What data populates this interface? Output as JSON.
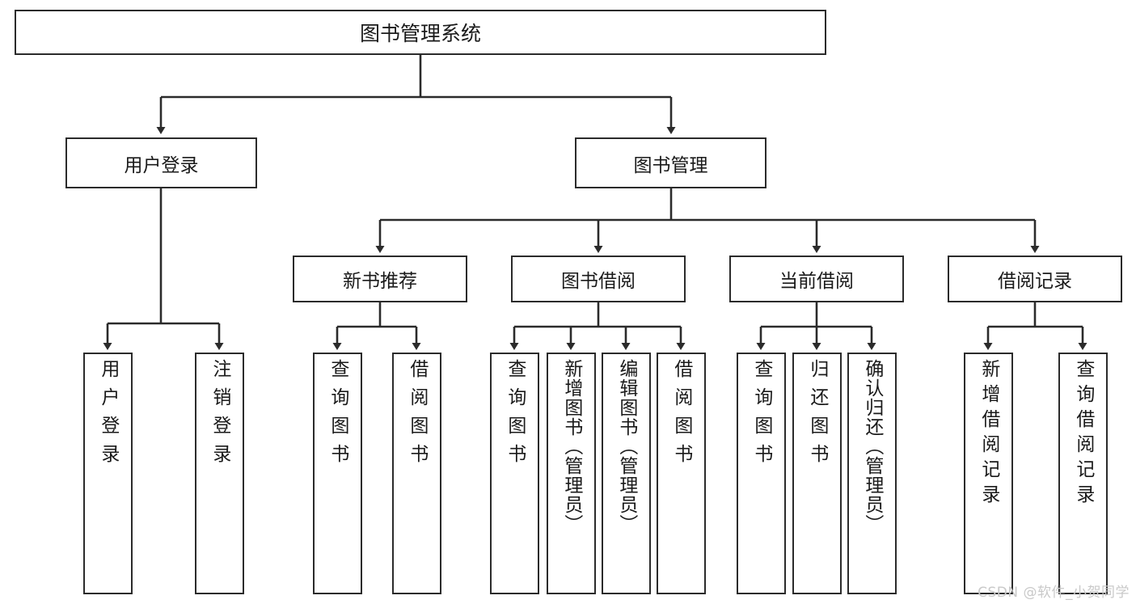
{
  "diagram": {
    "title": "图书管理系统",
    "type": "tree-hierarchy",
    "colors": {
      "box_border": "#2b2b2b",
      "box_fill": "#ffffff",
      "edge": "#2b2b2b",
      "text": "#1a1a1a",
      "watermark": "#c9c9c9"
    },
    "root": {
      "id": "root",
      "label": "图书管理系统"
    },
    "level2": [
      {
        "id": "user-login",
        "label": "用户登录"
      },
      {
        "id": "book-manage",
        "label": "图书管理"
      }
    ],
    "level3": [
      {
        "id": "new-book-rec",
        "label": "新书推荐",
        "parent": "book-manage"
      },
      {
        "id": "book-borrow",
        "label": "图书借阅",
        "parent": "book-manage"
      },
      {
        "id": "current-borrow",
        "label": "当前借阅",
        "parent": "book-manage"
      },
      {
        "id": "borrow-record",
        "label": "借阅记录",
        "parent": "book-manage"
      }
    ],
    "leaves": [
      {
        "id": "leaf-user-login",
        "label": "用户登录",
        "parent": "user-login"
      },
      {
        "id": "leaf-logout-login",
        "label": "注销登录",
        "parent": "user-login"
      },
      {
        "id": "leaf-query-book-1",
        "label": "查询图书",
        "parent": "new-book-rec"
      },
      {
        "id": "leaf-borrow-book-1",
        "label": "借阅图书",
        "parent": "new-book-rec"
      },
      {
        "id": "leaf-query-book-2",
        "label": "查询图书",
        "parent": "book-borrow"
      },
      {
        "id": "leaf-add-book",
        "label": "新增图书（管理员）",
        "parent": "book-borrow"
      },
      {
        "id": "leaf-edit-book",
        "label": "编辑图书（管理员）",
        "parent": "book-borrow"
      },
      {
        "id": "leaf-borrow-book-2",
        "label": "借阅图书",
        "parent": "book-borrow"
      },
      {
        "id": "leaf-query-book-3",
        "label": "查询图书",
        "parent": "current-borrow"
      },
      {
        "id": "leaf-return-book",
        "label": "归还图书",
        "parent": "current-borrow"
      },
      {
        "id": "leaf-confirm-return",
        "label": "确认归还（管理员）",
        "parent": "current-borrow"
      },
      {
        "id": "leaf-add-record",
        "label": "新增借阅记录",
        "parent": "borrow-record"
      },
      {
        "id": "leaf-query-record",
        "label": "查询借阅记录",
        "parent": "borrow-record"
      }
    ],
    "watermark": "CSDN @软件_小贺同学"
  }
}
